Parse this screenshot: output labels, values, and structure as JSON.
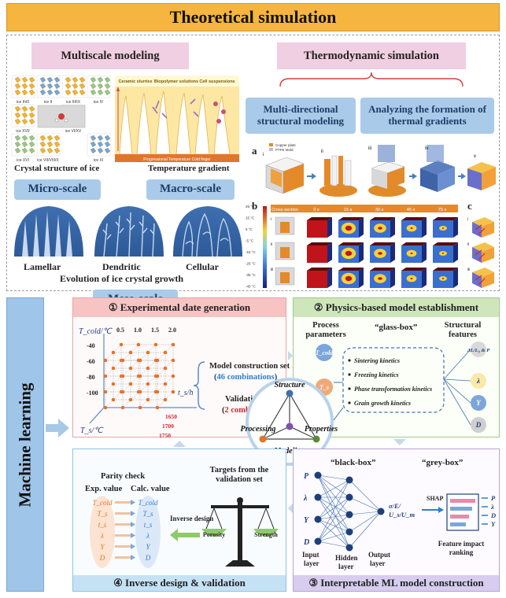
{
  "header": {
    "title": "Theoretical simulation"
  },
  "multiscale": {
    "title": "Multiscale modeling",
    "crystal_caption": "Crystal structure of ice",
    "gradient_caption": "Temperature gradient",
    "micro": "Micro-scale",
    "macro": "Macro-scale",
    "meso": "Meso-scale",
    "growth": [
      "Lamellar",
      "Dendritic",
      "Cellular"
    ],
    "evolution": "Evolution of ice crystal growth",
    "ice_labels": [
      "ice Ih/0",
      "ice II",
      "ice III/IX",
      "ice IV",
      "ice XVII",
      "ice VI/XV",
      "ice XVI",
      "ice VII/VIII/X",
      "ice XI"
    ],
    "gradient_headers": [
      "Ceramic slurries",
      "Biopolymer solutions",
      "Cell suspensions"
    ],
    "gradient_label": "Progressional Temperature Cold finger"
  },
  "thermo": {
    "title": "Thermodynamic simulation",
    "left": "Multi-directional structural modeling",
    "right": "Analyzing the formation of thermal gradients",
    "panel_letters": [
      "a",
      "b",
      "c"
    ],
    "steps": [
      "i",
      "ii",
      "iii",
      "iv",
      "v"
    ],
    "legend": [
      "Copper plate",
      "PTFE Mold"
    ],
    "times": [
      "Cross-section",
      "0 s",
      "15 s",
      "30 s",
      "45 s",
      "75 s"
    ],
    "temps": [
      "25 °C",
      "15 °C",
      "5 °C",
      "-5 °C",
      "-15 °C",
      "-25 °C",
      "-35 °C",
      "-45 °C"
    ]
  },
  "ml": {
    "label": "Machine learning"
  },
  "p1": {
    "title": "① Experimental date generation",
    "ylabel": "T_cold/℃",
    "xlabel": "t_s/h",
    "zlabel": "T_s/℃",
    "yticks": [
      "-40",
      "-60",
      "-80",
      "-100"
    ],
    "xticks": [
      "0.5",
      "1.0",
      "1.5",
      "2.0"
    ],
    "zticks": [
      "1650",
      "1700",
      "1750"
    ],
    "model_set": "Model construction set",
    "model_count": "46 combinations",
    "val_set": "Validation set",
    "val_count": "2 combinations"
  },
  "p2": {
    "title": "② Physics-based model establishment",
    "process": "Process parameters",
    "glass": "“glass-box”",
    "structural": "Structural features",
    "params": [
      "T_cold",
      "T_s",
      "t_s"
    ],
    "features": [
      "ΔL/L₀ & P",
      "λ",
      "Y",
      "D"
    ],
    "kinetics": [
      "Sintering kinetics",
      "Freezing kinetics",
      "Phase transformation kinetics",
      "Grain growth kinetics"
    ]
  },
  "center": {
    "top": "Structure",
    "left": "Processing",
    "right": "Properties",
    "bottom": "Modeling"
  },
  "p3": {
    "title": "③ Interpretable ML model construction",
    "black": "“black-box”",
    "grey": "“grey-box”",
    "inputs": [
      "P",
      "λ",
      "Y",
      "D"
    ],
    "output": "σ/E/ U_s/U_m",
    "shap": "SHAP",
    "ranking": [
      "P",
      "λ",
      "D",
      "Y"
    ],
    "layers": [
      "Input layer",
      "Hidden layer",
      "Output layer"
    ],
    "feature_rank": "Feature impact ranking"
  },
  "p4": {
    "title": "④ Inverse design & validation",
    "parity": "Parity check",
    "exp": "Exp. value",
    "calc": "Calc. value",
    "vars": [
      "T_cold",
      "T_s",
      "t_s",
      "λ",
      "Y",
      "D"
    ],
    "inverse": "Inverse design",
    "targets": "Targets from the validation set",
    "porosity": "Porosity",
    "strength": "Strength"
  }
}
